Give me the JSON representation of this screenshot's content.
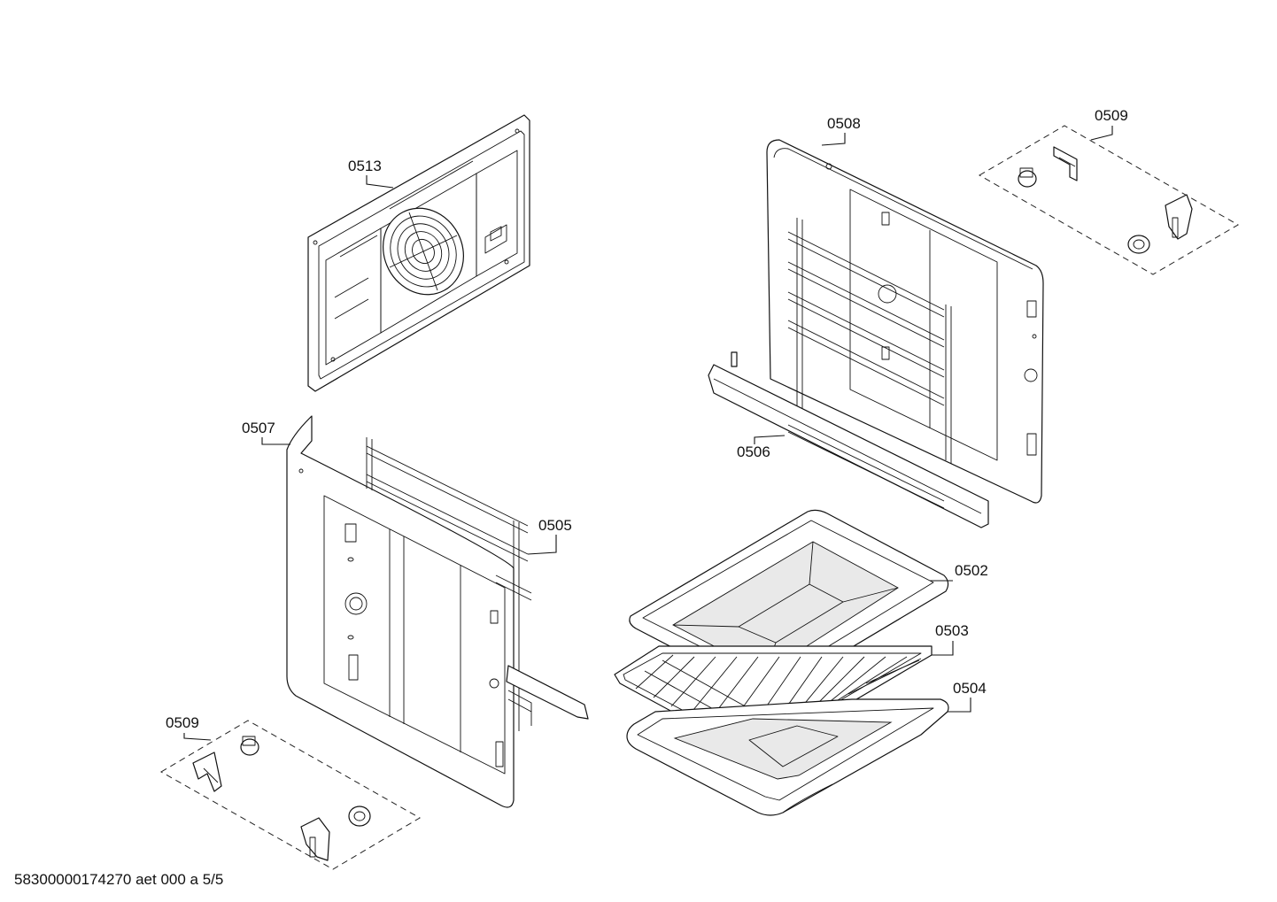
{
  "document_id": "58300000174270 aet 000 a 5/5",
  "callouts": {
    "c0513": "0513",
    "c0508": "0508",
    "c0509_top": "0509",
    "c0507": "0507",
    "c0506": "0506",
    "c0505": "0505",
    "c0502": "0502",
    "c0503": "0503",
    "c0504": "0504",
    "c0509_bottom": "0509"
  }
}
